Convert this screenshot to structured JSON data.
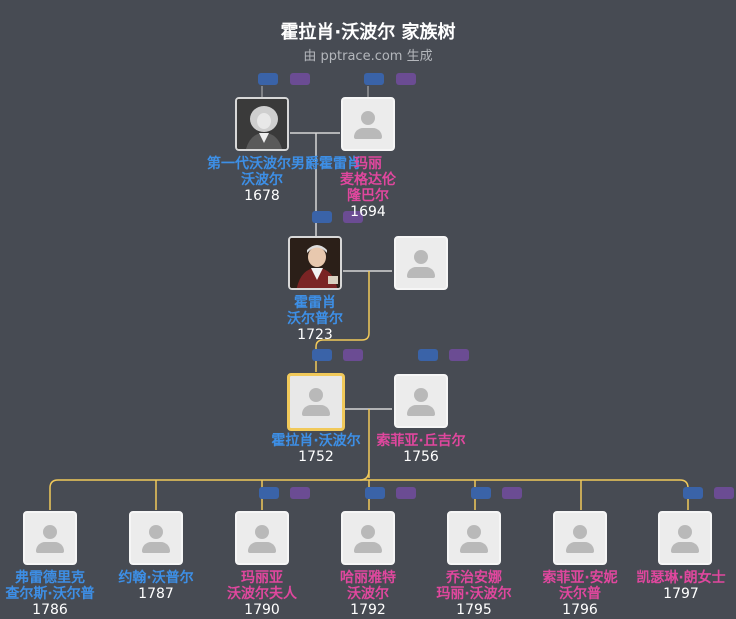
{
  "header": {
    "title": "霍拉肖·沃波尔 家族树",
    "subtitle": "由 pptrace.com 生成"
  },
  "colors": {
    "background": "#474b53",
    "male": "#3d8fe6",
    "female": "#e0479e",
    "focus_line": "#f1c95a",
    "line": "#d6d6d6"
  },
  "people": {
    "robert_sr": {
      "name1": "第一代沃波尔男爵霍雷肖",
      "name2": "沃波尔",
      "year": "1678",
      "avatar": "portrait"
    },
    "mary": {
      "name1": "玛丽",
      "name2": "麦格达伦",
      "name3": "隆巴尔",
      "year": "1694",
      "avatar": "placeholder-icon"
    },
    "horatio_father": {
      "name1": "霍雷肖",
      "name2": "沃尔普尔",
      "year": "1723",
      "avatar": "portrait"
    },
    "horatio": {
      "name1": "霍拉肖·沃波尔",
      "year": "1752",
      "avatar": "placeholder-icon"
    },
    "sophia_wife": {
      "name1": "索菲亚·丘吉尔",
      "year": "1756",
      "avatar": "placeholder-icon"
    }
  },
  "children": [
    {
      "name1": "弗雷德里克",
      "name2": "查尔斯·沃尔普",
      "year": "1786",
      "gender": "male"
    },
    {
      "name1": "约翰·沃普尔",
      "name2": "",
      "year": "1787",
      "gender": "male"
    },
    {
      "name1": "玛丽亚",
      "name2": "沃波尔夫人",
      "year": "1790",
      "gender": "female"
    },
    {
      "name1": "哈丽雅特",
      "name2": "沃波尔",
      "year": "1792",
      "gender": "female"
    },
    {
      "name1": "乔治安娜",
      "name2": "玛丽·沃波尔",
      "year": "1795",
      "gender": "female"
    },
    {
      "name1": "索菲亚·安妮",
      "name2": "沃尔普",
      "year": "1796",
      "gender": "female"
    },
    {
      "name1": "凯瑟琳·朗女士",
      "name2": "",
      "year": "1797",
      "gender": "female"
    }
  ]
}
